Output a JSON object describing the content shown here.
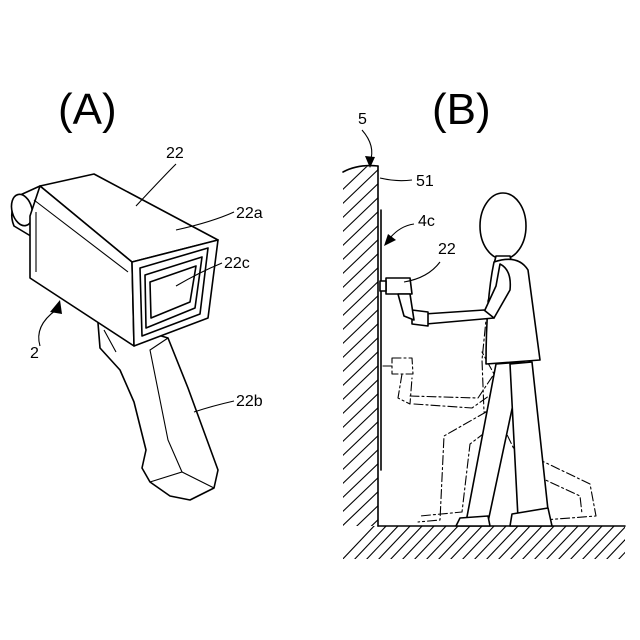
{
  "panels": {
    "a": {
      "label": "(A)"
    },
    "b": {
      "label": "(B)"
    }
  },
  "references": {
    "device": "2",
    "device_housing": "22",
    "housing_face": "22a",
    "handle": "22b",
    "window": "22c",
    "structure": "5",
    "surface": "51",
    "inspection_area": "4c",
    "device_in_use": "22"
  }
}
